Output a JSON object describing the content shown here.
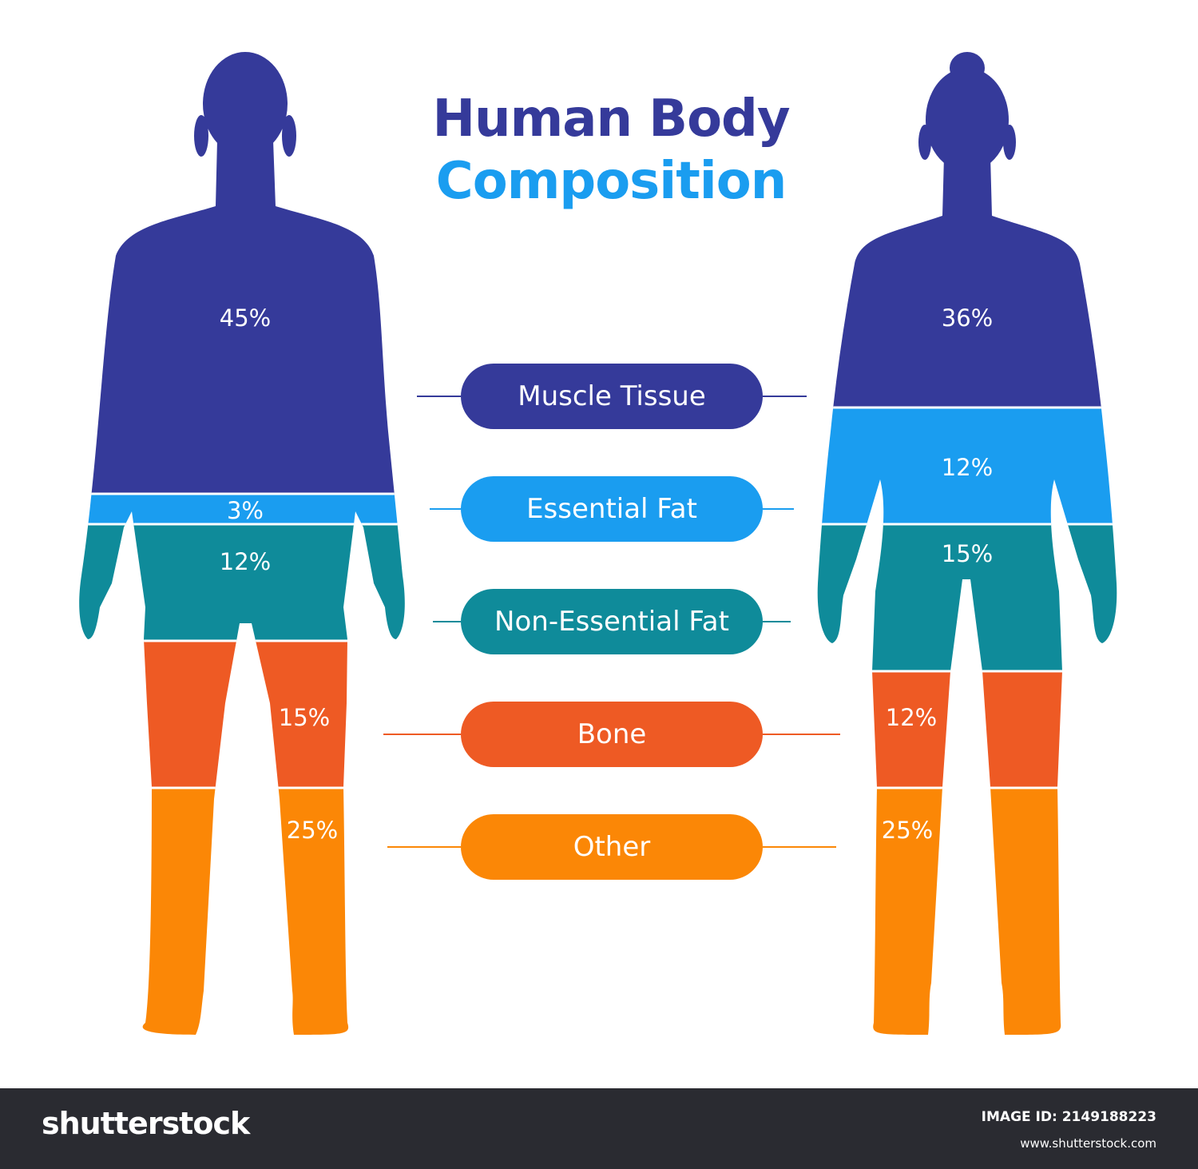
{
  "title": {
    "line1": "Human Body",
    "line2": "Composition",
    "line1_color": "#353a9a",
    "line2_color": "#1a9df0"
  },
  "categories": [
    {
      "label": "Muscle Tissue",
      "color": "#353a9a"
    },
    {
      "label": "Essential Fat",
      "color": "#1a9df0"
    },
    {
      "label": "Non-Essential Fat",
      "color": "#0f8b9a"
    },
    {
      "label": "Bone",
      "color": "#ee5a24"
    },
    {
      "label": "Other",
      "color": "#fb8706"
    }
  ],
  "male": {
    "figure_icon": "male-silhouette",
    "values": [
      "45%",
      "3%",
      "12%",
      "15%",
      "25%"
    ]
  },
  "female": {
    "figure_icon": "female-silhouette",
    "values": [
      "36%",
      "12%",
      "15%",
      "12%",
      "25%"
    ]
  },
  "footer": {
    "logo": "shutterstock",
    "image_id": "IMAGE ID: 2149188223",
    "url": "www.shutterstock.com"
  }
}
